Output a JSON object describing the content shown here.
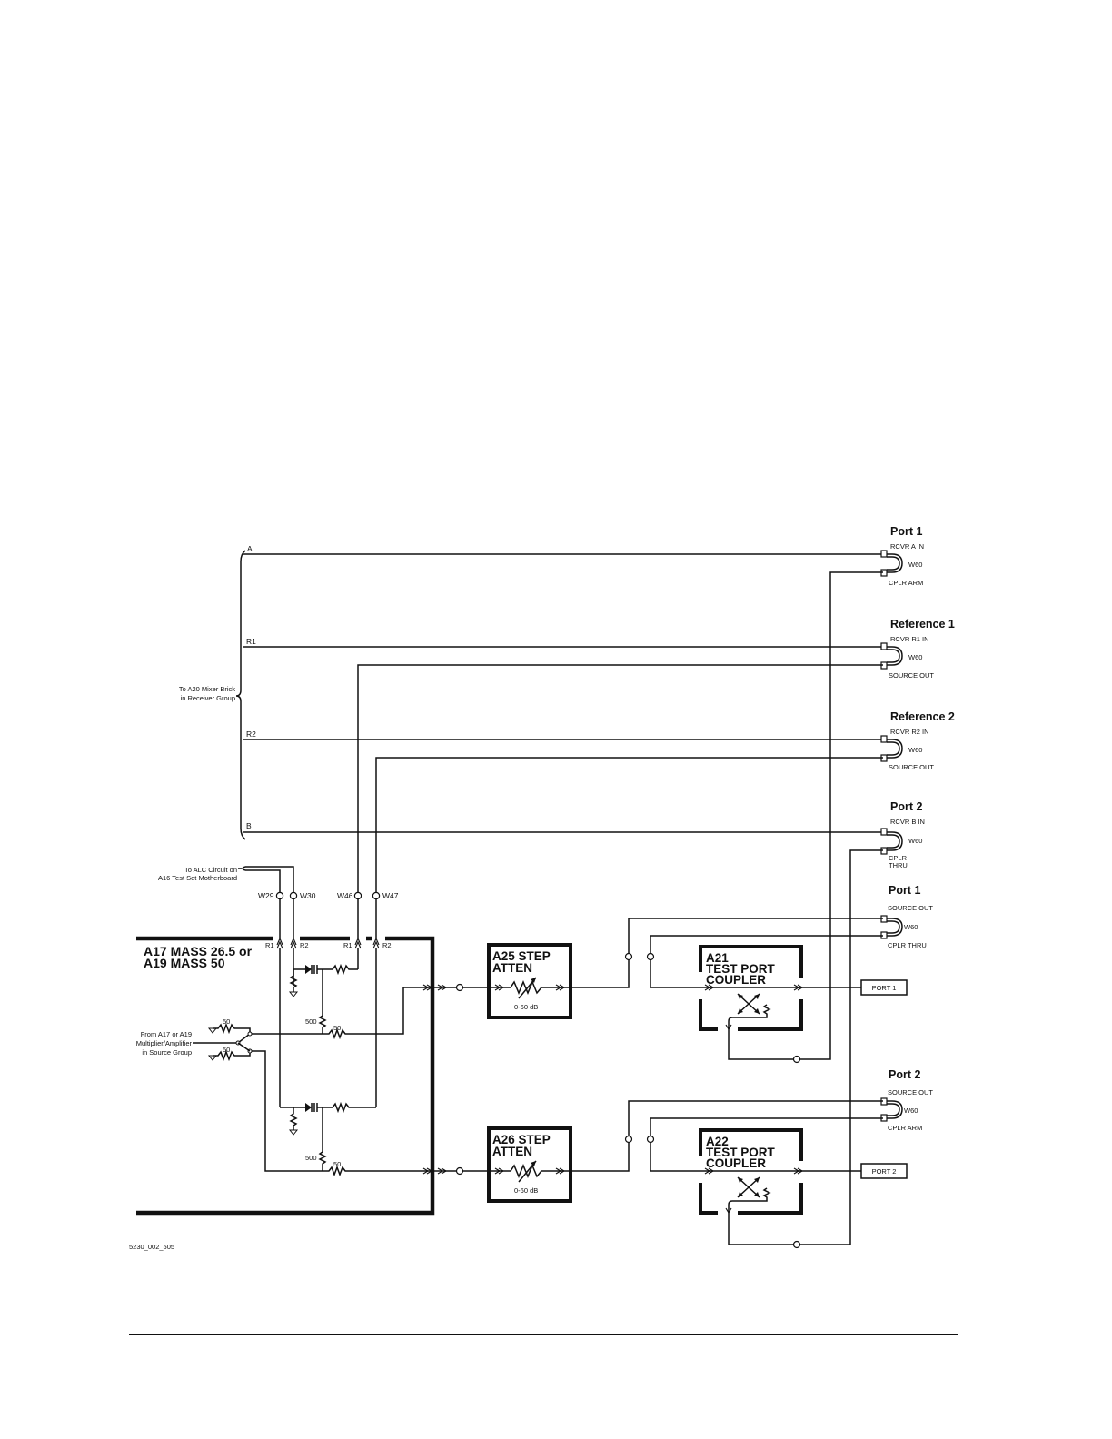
{
  "labels": {
    "a_line": "A",
    "r1_line": "R1",
    "r2_line": "R2",
    "b_line": "B",
    "mixer_l1": "To A20 Mixer Brick",
    "mixer_l2": "in Receiver Group",
    "alc_l1": "To ALC Circuit on",
    "alc_l2": "A16 Test Set Motherboard",
    "w29": "W29",
    "w30": "W30",
    "w46": "W46",
    "w47": "W47",
    "mass_l1": "A17 MASS 26.5 or",
    "mass_l2": "A19 MASS 50",
    "tap_r1a": "R1",
    "tap_r2a": "R2",
    "tap_r1b": "R1",
    "tap_r2b": "R2",
    "src_l1": "From A17 or A19",
    "src_l2": "Multiplier/Amplifier",
    "src_l3": "in Source Group",
    "res50_a": "50",
    "res50_b": "50",
    "res50_c": "50",
    "res50_d": "50",
    "res500_a": "500",
    "res500_b": "500",
    "atten1_l1": "A25 STEP",
    "atten1_l2": "ATTEN",
    "atten1_range": "0-60 dB",
    "atten2_l1": "A26 STEP",
    "atten2_l2": "ATTEN",
    "atten2_range": "0-60 dB",
    "coupler1_l1": "A21",
    "coupler1_l2": "TEST PORT",
    "coupler1_l3": "COUPLER",
    "coupler2_l1": "A22",
    "coupler2_l2": "TEST PORT",
    "coupler2_l3": "COUPLER",
    "port1_box": "PORT 1",
    "port2_box": "PORT 2",
    "fig_id": "5230_002_505"
  },
  "jumpers": [
    {
      "title": "Port 1",
      "top": "RCVR A IN",
      "cable": "W60",
      "bottom": "CPLR ARM"
    },
    {
      "title": "Reference 1",
      "top": "RCVR R1 IN",
      "cable": "W60",
      "bottom": "SOURCE OUT"
    },
    {
      "title": "Reference 2",
      "top": "RCVR R2 IN",
      "cable": "W60",
      "bottom": "SOURCE OUT"
    },
    {
      "title": "Port 2",
      "top": "RCVR B IN",
      "cable": "W60",
      "bottom": "CPLR",
      "bottom2": "THRU"
    },
    {
      "title": "Port 1",
      "top": "SOURCE OUT",
      "cable": "W60",
      "bottom": "CPLR  THRU"
    },
    {
      "title": "Port 2",
      "top": "SOURCE OUT",
      "cable": "W60",
      "bottom": "CPLR ARM"
    }
  ]
}
